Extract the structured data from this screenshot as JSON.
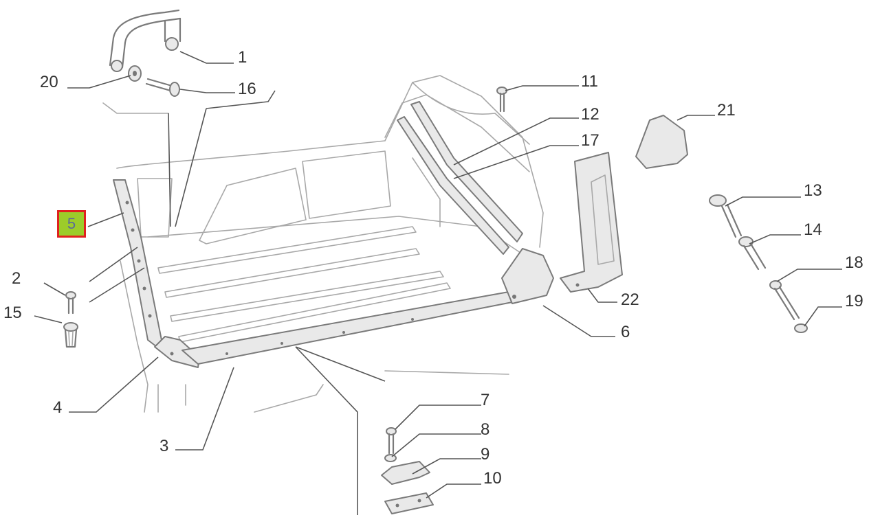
{
  "diagram": {
    "selected_part": "5",
    "callouts": [
      {
        "id": "c1",
        "label": "1"
      },
      {
        "id": "c2",
        "label": "2"
      },
      {
        "id": "c3",
        "label": "3"
      },
      {
        "id": "c4",
        "label": "4"
      },
      {
        "id": "c5",
        "label": "5"
      },
      {
        "id": "c6",
        "label": "6"
      },
      {
        "id": "c7",
        "label": "7"
      },
      {
        "id": "c8",
        "label": "8"
      },
      {
        "id": "c9",
        "label": "9"
      },
      {
        "id": "c10",
        "label": "10"
      },
      {
        "id": "c11",
        "label": "11"
      },
      {
        "id": "c12",
        "label": "12"
      },
      {
        "id": "c13",
        "label": "13"
      },
      {
        "id": "c14",
        "label": "14"
      },
      {
        "id": "c15",
        "label": "15"
      },
      {
        "id": "c16",
        "label": "16"
      },
      {
        "id": "c17",
        "label": "17"
      },
      {
        "id": "c18",
        "label": "18"
      },
      {
        "id": "c19",
        "label": "19"
      },
      {
        "id": "c20",
        "label": "20"
      },
      {
        "id": "c21",
        "label": "21"
      },
      {
        "id": "c22",
        "label": "22"
      }
    ],
    "colors": {
      "highlight_fill": "#9ccc2a",
      "highlight_border": "#e0211f",
      "line": "#7a7a7a"
    }
  }
}
